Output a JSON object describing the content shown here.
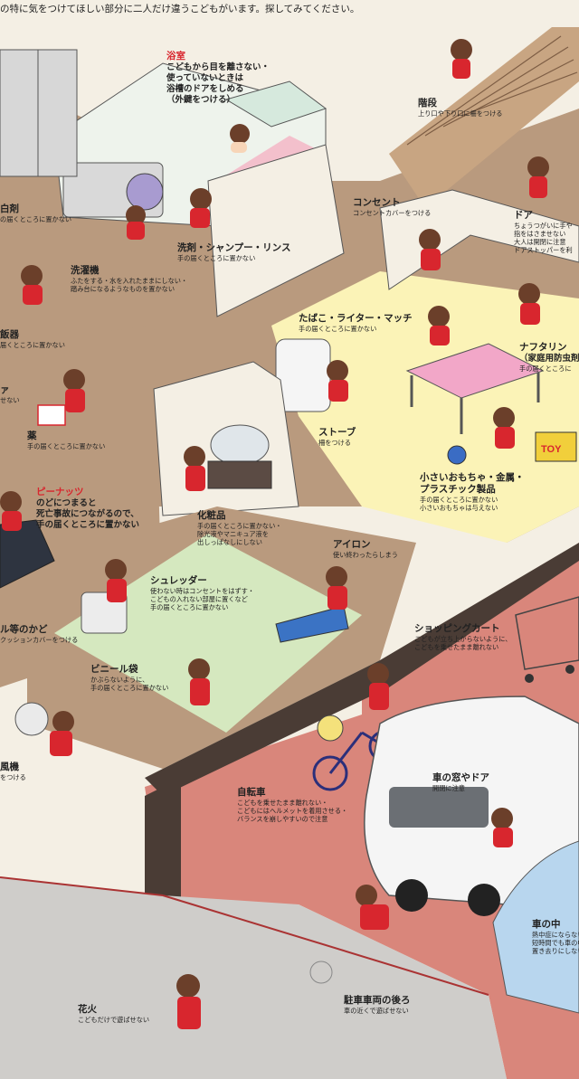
{
  "intro": "の特に気をつけてほしい部分に二人だけ違うこどもがいます。探してみてください。",
  "labels": {
    "bath": {
      "title": "浴室",
      "lines": [
        "こどもから目を離さない・",
        "使っていないときは",
        "浴槽のドアをしめる",
        "（外鍵をつける）"
      ]
    },
    "stairs": {
      "title": "階段",
      "lines": [
        "上り口や下り口に柵をつける"
      ]
    },
    "bleach": {
      "title": "白剤",
      "lines": [
        "の届くところに置かない"
      ]
    },
    "outlet": {
      "title": "コンセント",
      "lines": [
        "コンセントカバーをつける"
      ]
    },
    "door": {
      "title": "ドア",
      "lines": [
        "ちょうつがいに手や",
        "指をはさませない",
        "大人は開閉に注意",
        "ドアストッパーを利"
      ]
    },
    "washer": {
      "title": "洗濯機",
      "lines": [
        "ふたをする・水を入れたままにしない・",
        "踏み台になるようなものを置かない"
      ]
    },
    "detergent": {
      "title": "洗剤・シャンプー・リンス",
      "lines": [
        "手の届くところに置かない"
      ]
    },
    "rice": {
      "title": "飯器",
      "lines": [
        "届くところに置かない"
      ]
    },
    "tobacco": {
      "title": "たばこ・ライター・マッチ",
      "lines": [
        "手の届くところに置かない"
      ]
    },
    "naphthalene": {
      "title": "ナフタリン",
      "lines": [
        "（家庭用防虫剤",
        "手の届くところに"
      ]
    },
    "left_small": {
      "title": "ァ",
      "lines": [
        "せない"
      ]
    },
    "medicine": {
      "title": "薬",
      "lines": [
        "手の届くところに置かない"
      ]
    },
    "stove": {
      "title": "ストーブ",
      "lines": [
        "柵をつける"
      ]
    },
    "peanuts": {
      "title": "ピーナッツ",
      "lines": [
        "のどにつまると",
        "死亡事故につながるので、",
        "手の届くところに置かない"
      ]
    },
    "toys": {
      "title": "小さいおもちゃ・金属・",
      "title2": "プラスチック製品",
      "lines": [
        "手の届くところに置かない",
        "小さいおもちゃは与えない"
      ]
    },
    "cosmetics": {
      "title": "化粧品",
      "lines": [
        "手の届くところに置かない・",
        "除光液やマニキュア液を",
        "出しっぱなしにしない"
      ]
    },
    "iron": {
      "title": "アイロン",
      "lines": [
        "使い終わったらしまう"
      ]
    },
    "shredder": {
      "title": "シュレッダー",
      "lines": [
        "使わない時はコンセントをはずす・",
        "こどもの入れない部屋に置くなど",
        "手の届くところに置かない"
      ]
    },
    "basket": {
      "title": "ル等のかど",
      "lines": [
        "クッションカバーをつける"
      ]
    },
    "cart": {
      "title": "ショッピングカート",
      "lines": [
        "こどもが立ち上がらないように、",
        "こどもを乗せたまま離れない"
      ]
    },
    "bag": {
      "title": "ビニール袋",
      "lines": [
        "かぶらないように、",
        "手の届くところに置かない"
      ]
    },
    "fan": {
      "title": "風機",
      "lines": [
        "をつける"
      ]
    },
    "car_window": {
      "title": "車の窓やドア",
      "lines": [
        "開閉に注意"
      ]
    },
    "bicycle": {
      "title": "自転車",
      "lines": [
        "こどもを乗せたまま離れない・",
        "こどもにはヘルメットを着用させる・",
        "バランスを崩しやすいので注意"
      ]
    },
    "in_car": {
      "title": "車の中",
      "lines": [
        "熱中症にならないよ",
        "短時間でも車の中に",
        "置き去りにしない"
      ]
    },
    "behind_car": {
      "title": "駐車車両の後ろ",
      "lines": [
        "車の近くで遊ばせない"
      ]
    },
    "fireworks": {
      "title": "花火",
      "lines": [
        "こどもだけで遊ばせない"
      ]
    }
  },
  "toy_box_text": "TOY",
  "colors": {
    "wall": "#f4efe4",
    "floor": "#b99a7e",
    "yellow_room": "#fbf3b7",
    "green_rug": "#d5e8bf",
    "garage": "#d9867b",
    "pavement": "#cfcdca",
    "brick": "#4a3c35",
    "accent_red": "#d8262e",
    "child_dress": "#d8262e",
    "child_hair": "#6b3f2a"
  }
}
